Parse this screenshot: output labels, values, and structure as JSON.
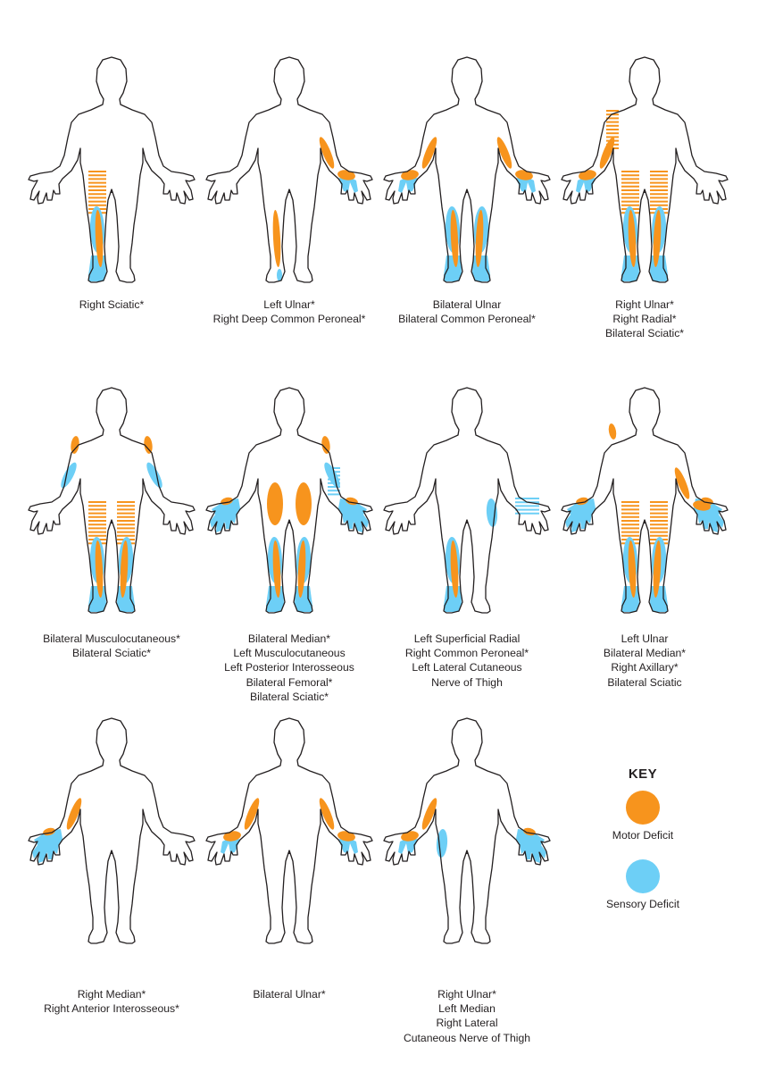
{
  "colors": {
    "motor": "#f7941d",
    "sensory": "#6dcff6",
    "outline": "#231f20",
    "background": "#ffffff"
  },
  "figures": [
    {
      "lines": [
        "Right Sciatic*"
      ],
      "marks": {
        "thigh_hatch": "R",
        "leg_motor": "R",
        "leg_sensory": "R",
        "foot_sensory": "R"
      }
    },
    {
      "lines": [
        "Left Ulnar*",
        "Right Deep Common Peroneal*"
      ],
      "marks": {
        "arm_motor": "L",
        "palm_motor": "L",
        "fingers_sensory": "L",
        "leg_motor": "R",
        "toe_sensory": "R"
      }
    },
    {
      "lines": [
        "Bilateral Ulnar",
        "Bilateral Common Peroneal*"
      ],
      "marks": {
        "arm_motor": "B",
        "palm_motor": "B",
        "fingers_sensory": "B",
        "leg_motor": "B",
        "leg_sensory": "B",
        "foot_sensory": "B"
      }
    },
    {
      "lines": [
        "Right Ulnar*",
        "Right Radial*",
        "Bilateral Sciatic*"
      ],
      "marks": {
        "upperarm_hatch": "R",
        "arm_motor": "R",
        "palm_motor": "R",
        "fingers_sensory": "R",
        "thigh_hatch": "B",
        "leg_motor": "B",
        "leg_sensory": "B",
        "foot_sensory": "B"
      }
    },
    {
      "lines": [
        "Bilateral Musculocutaneous*",
        "Bilateral Sciatic*"
      ],
      "marks": {
        "biceps_motor": "B",
        "forearm_sensory": "B",
        "thigh_hatch": "B",
        "leg_motor": "B",
        "leg_sensory": "B",
        "foot_sensory": "B"
      }
    },
    {
      "lines": [
        "Bilateral Median*",
        "Left Musculocutaneous",
        "Left Posterior Interosseous",
        "Bilateral Femoral*",
        "Bilateral Sciatic*"
      ],
      "marks": {
        "biceps_motor": "L",
        "forearm_sensory": "L",
        "forearm_hatch": "L",
        "hand_sensory": "B",
        "thenar_motor": "B",
        "thigh_motor": "B",
        "leg_motor": "B",
        "leg_sensory": "B",
        "foot_sensory": "B"
      }
    },
    {
      "lines": [
        "Left Superficial Radial",
        "Right Common Peroneal*",
        "Left Lateral Cutaneous",
        "Nerve of Thigh"
      ],
      "marks": {
        "hand_hatch": "L",
        "thigh_lateral_sensory": "L",
        "leg_motor": "R",
        "leg_sensory": "R",
        "foot_sensory": "R"
      }
    },
    {
      "lines": [
        "Left Ulnar",
        "Bilateral Median*",
        "Right Axillary*",
        "Bilateral Sciatic"
      ],
      "marks": {
        "shoulder_motor": "R",
        "arm_motor": "L",
        "hand_sensory": "B",
        "thenar_motor": "B",
        "palm_motor": "L",
        "thigh_hatch": "B",
        "leg_motor": "B",
        "leg_sensory": "B",
        "foot_sensory": "B"
      }
    },
    {
      "lines": [
        "Right Median*",
        "Right Anterior Interosseous*"
      ],
      "marks": {
        "arm_motor": "R",
        "hand_sensory": "R",
        "thenar_motor": "R"
      }
    },
    {
      "lines": [
        "Bilateral Ulnar*"
      ],
      "marks": {
        "arm_motor": "B",
        "palm_motor": "B",
        "fingers_sensory": "B"
      }
    },
    {
      "lines": [
        "Right Ulnar*",
        "Left Median",
        "Right Lateral",
        "Cutaneous Nerve of Thigh"
      ],
      "marks": {
        "arm_motor": "R",
        "palm_motor": "R",
        "fingers_sensory": "R",
        "hand_sensory": "L",
        "thenar_motor": "L",
        "thigh_lateral_sensory": "R"
      }
    }
  ],
  "legend": {
    "title": "KEY",
    "motor_label": "Motor Deficit",
    "sensory_label": "Sensory Deficit"
  }
}
